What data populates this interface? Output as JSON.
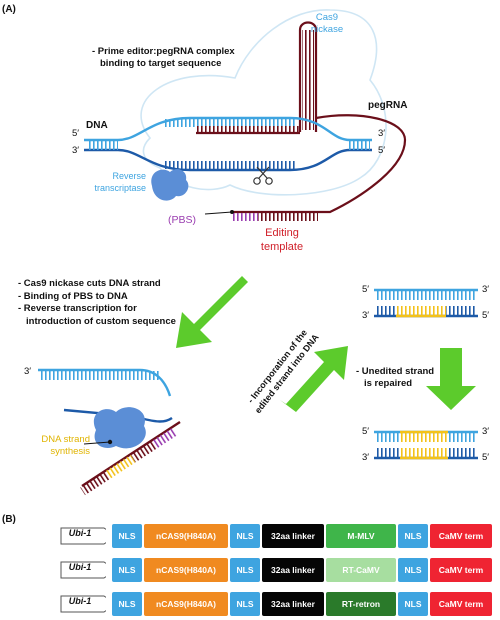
{
  "panel_a": {
    "panel_label": "(A)",
    "cas9_label": [
      "Cas9",
      "nickase"
    ],
    "step1_text": [
      "- Prime editor:pegRNA complex",
      "binding to target sequence"
    ],
    "dna_label": "DNA",
    "pegrna_label": "pegRNA",
    "end_5": "5′",
    "end_3": "3′",
    "rt_label": [
      "Reverse",
      "transcriptase"
    ],
    "pbs_label": "(PBS)",
    "editing_template_label": [
      "Editing",
      "template"
    ],
    "steps_list": [
      "- Cas9 nickase cuts DNA strand",
      "- Binding of PBS to DNA",
      "- Reverse transcription for",
      "introduction of custom sequence"
    ],
    "synthesis_label": [
      "DNA strand",
      "synthesis"
    ],
    "incorporation_label": [
      "- Incorporation of the",
      "edited strand into DNA"
    ],
    "unedited_label": [
      "- Unedited strand",
      "is repaired"
    ]
  },
  "panel_b": {
    "panel_label": "(B)",
    "rows": [
      {
        "promoter": "Ubi-1",
        "nls": "NLS",
        "cas9": "nCAS9(H840A)",
        "linker": "32aa linker",
        "rt": "M-MLV",
        "rt_color": "#3fb54a",
        "term": "CaMV term"
      },
      {
        "promoter": "Ubi-1",
        "nls": "NLS",
        "cas9": "nCAS9(H840A)",
        "linker": "32aa linker",
        "rt": "RT-CaMV",
        "rt_color": "#a7dea0",
        "term": "CaMV term"
      },
      {
        "promoter": "Ubi-1",
        "nls": "NLS",
        "cas9": "nCAS9(H840A)",
        "linker": "32aa linker",
        "rt": "RT-retron",
        "rt_color": "#2a7a2a",
        "term": "CaMV term"
      }
    ]
  },
  "colors": {
    "dna_light": "#3ea4e0",
    "dna_dark": "#1d5aa8",
    "pegrna": "#6b0f1a",
    "edit_yellow": "#f3c21b",
    "pbs_purple": "#9a3db0",
    "arrow_green": "#5ccb2c",
    "rt_protein": "#5b8ed6",
    "cas9_outline": "#cfe6f4"
  }
}
